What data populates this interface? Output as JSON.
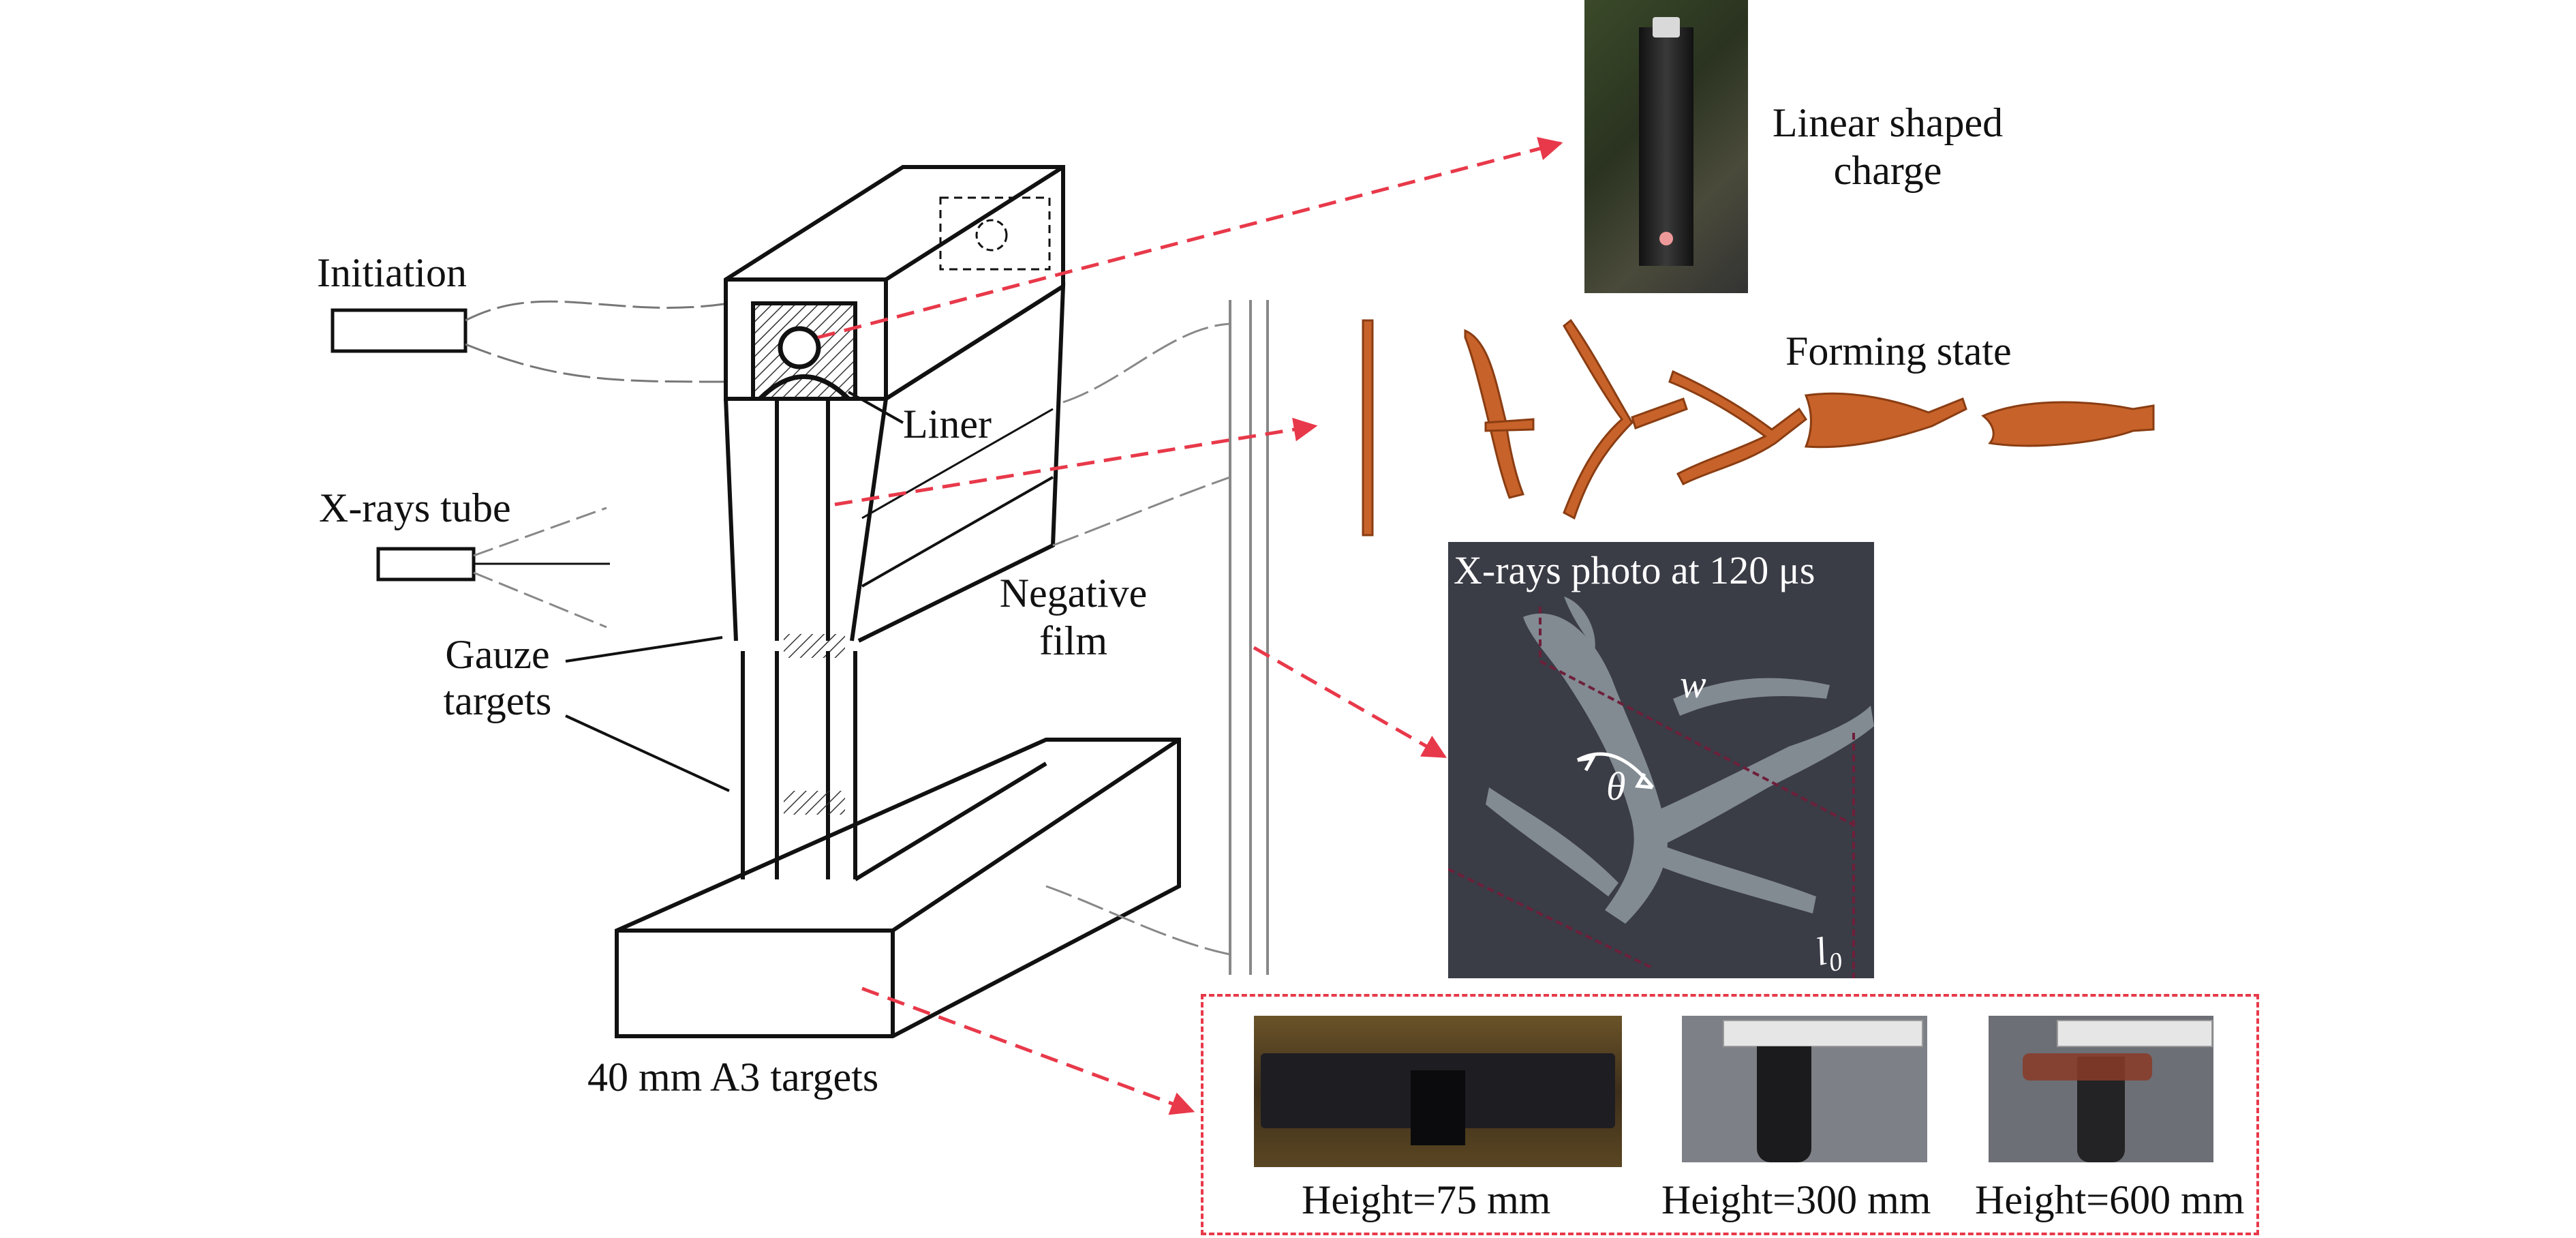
{
  "labels": {
    "initiation": "Initiation",
    "liner": "Liner",
    "xray_tube": "X-rays tube",
    "gauze_targets_line1": "Gauze",
    "gauze_targets_line2": "targets",
    "negative_film_line1": "Negative",
    "negative_film_line2": "film",
    "a3_targets": "40 mm A3 targets",
    "linear_charge_line1": "Linear shaped",
    "linear_charge_line2": "charge",
    "forming_state": "Forming state",
    "xray_photo": "X-rays photo at 120 μs",
    "w": "w",
    "theta": "θ",
    "l0": "l",
    "l0_sub": "0",
    "height_75": "Height=75 mm",
    "height_300": "Height=300 mm",
    "height_600": "Height=600 mm"
  },
  "colors": {
    "arrow": "#e8394a",
    "copper": "#c7622a",
    "xray_bg": "#3a3c46",
    "ink": "#111111"
  }
}
